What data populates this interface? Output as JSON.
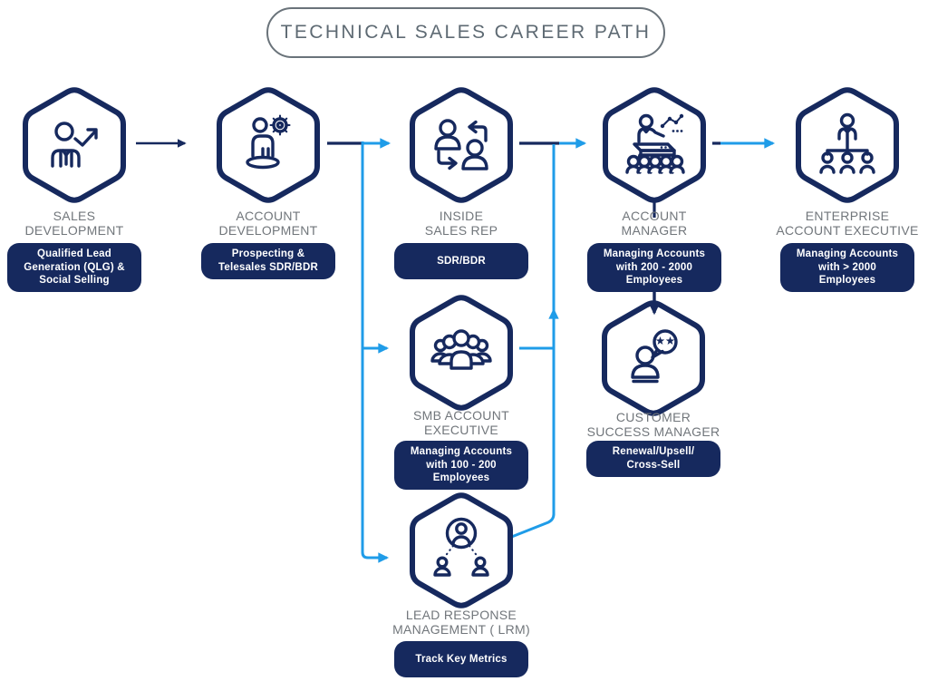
{
  "title": "TECHNICAL SALES CAREER PATH",
  "colors": {
    "navy": "#16295e",
    "blue": "#1f9ce8",
    "gray_text": "#71767b"
  },
  "nodes": {
    "sales_development": {
      "label": "SALES\nDEVELOPMENT",
      "badge": "Qualified Lead\nGeneration (QLG) &\nSocial Selling",
      "icon": "growth-person-icon"
    },
    "account_development": {
      "label": "ACCOUNT\nDEVELOPMENT",
      "badge": "Prospecting &\nTelesales SDR/BDR",
      "icon": "person-gear-icon"
    },
    "inside_sales_rep": {
      "label": "INSIDE\nSALES REP",
      "badge": "SDR/BDR",
      "icon": "people-exchange-icon"
    },
    "account_manager": {
      "label": "ACCOUNT\nMANAGER",
      "badge": "Managing Accounts\nwith 200 - 2000\nEmployees",
      "icon": "presenter-audience-icon"
    },
    "enterprise_account_executive": {
      "label": "ENTERPRISE\nACCOUNT EXECUTIVE",
      "badge": "Managing Accounts\nwith > 2000\nEmployees",
      "icon": "org-chart-icon"
    },
    "smb_account_executive": {
      "label": "SMB ACCOUNT\nEXECUTIVE",
      "badge": "Managing Accounts\nwith 100 - 200\nEmployees",
      "icon": "crowd-icon"
    },
    "customer_success_manager": {
      "label": "CUSTOMER\nSUCCESS MANAGER",
      "badge": "Renewal/Upsell/\nCross-Sell",
      "icon": "review-bubble-icon"
    },
    "lead_response_management": {
      "label": "LEAD RESPONSE\nMANAGEMENT ( LRM)",
      "badge": "Track Key Metrics",
      "icon": "lead-hierarchy-icon"
    }
  }
}
